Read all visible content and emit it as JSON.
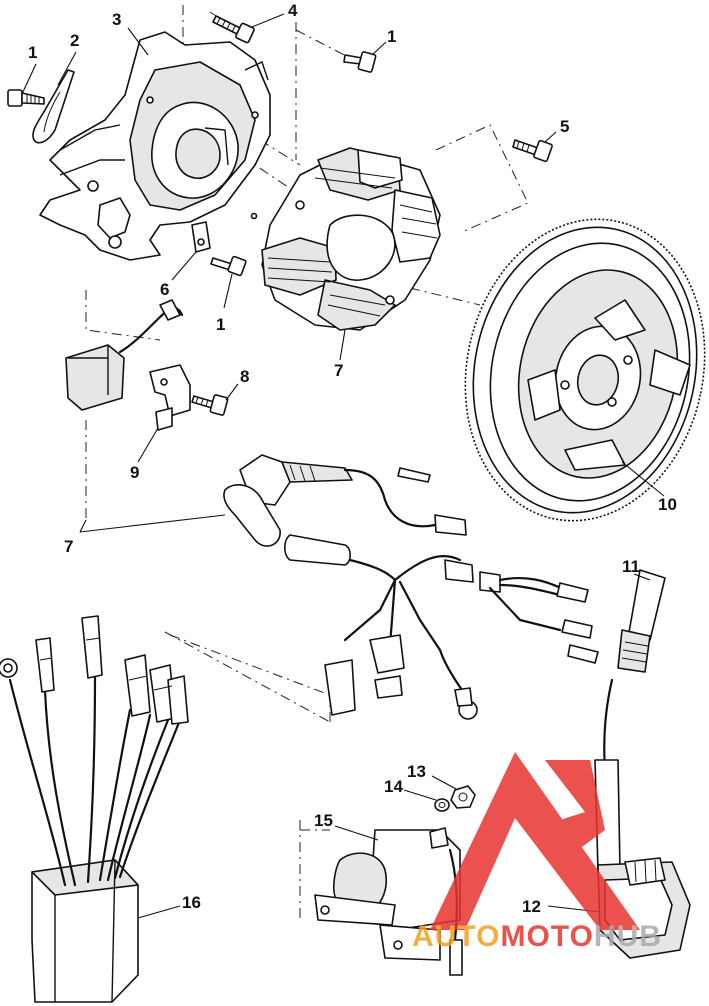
{
  "callouts": [
    {
      "id": "c1a",
      "text": "1"
    },
    {
      "id": "c2",
      "text": "2"
    },
    {
      "id": "c3",
      "text": "3"
    },
    {
      "id": "c4",
      "text": "4"
    },
    {
      "id": "c1b",
      "text": "1"
    },
    {
      "id": "c5",
      "text": "5"
    },
    {
      "id": "c6",
      "text": "6"
    },
    {
      "id": "c1c",
      "text": "1"
    },
    {
      "id": "c7a",
      "text": "7"
    },
    {
      "id": "c8",
      "text": "8"
    },
    {
      "id": "c9",
      "text": "9"
    },
    {
      "id": "c10",
      "text": "10"
    },
    {
      "id": "c7b",
      "text": "7"
    },
    {
      "id": "c11",
      "text": "11"
    },
    {
      "id": "c13",
      "text": "13"
    },
    {
      "id": "c14",
      "text": "14"
    },
    {
      "id": "c15",
      "text": "15"
    },
    {
      "id": "c16",
      "text": "16"
    },
    {
      "id": "c12",
      "text": "12"
    }
  ],
  "watermark": {
    "part1": "AUTO",
    "part2": "MOTO",
    "part3": "HUB",
    "colors": {
      "red": "#e8332f",
      "orange": "#f3a11f",
      "gray": "#a7a9ac"
    }
  }
}
